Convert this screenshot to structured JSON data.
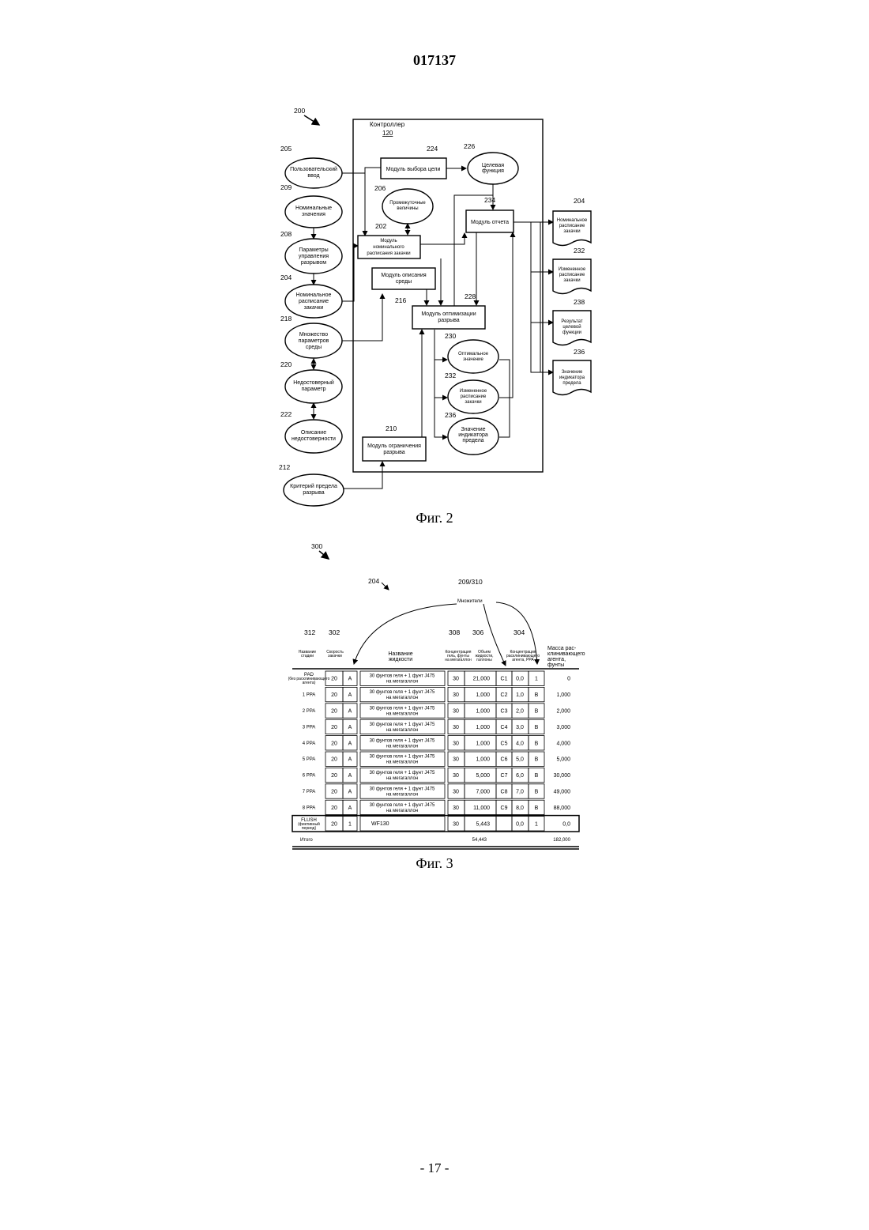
{
  "header": {
    "doc_number": "017137"
  },
  "fig2": {
    "caption": "Фиг. 2",
    "ref_main": "200",
    "controller": {
      "title": "Контроллер",
      "ref": "120"
    },
    "left_nodes": [
      {
        "ref": "205",
        "lines": [
          "Пользовательский",
          "ввод"
        ]
      },
      {
        "ref": "209",
        "lines": [
          "Номинальные",
          "значения"
        ]
      },
      {
        "ref": "208",
        "lines": [
          "Параметры",
          "управления",
          "разрывом"
        ]
      },
      {
        "ref": "204",
        "lines": [
          "Номинальное",
          "расписание",
          "закачки"
        ]
      },
      {
        "ref": "218",
        "lines": [
          "Множество",
          "параметров",
          "среды"
        ]
      },
      {
        "ref": "220",
        "lines": [
          "Недостоверный",
          "параметр"
        ]
      },
      {
        "ref": "222",
        "lines": [
          "Описание",
          "недостоверности"
        ]
      },
      {
        "ref": "212",
        "lines": [
          "Критерий предела",
          "разрыва"
        ]
      }
    ],
    "modules": [
      {
        "ref": "224",
        "lines": [
          "Модуль выбора цели"
        ]
      },
      {
        "ref": "202",
        "lines": [
          "Модуль",
          "номинального",
          "расписания закачки"
        ]
      },
      {
        "ref": "216",
        "lines": [
          "Модуль описания",
          "среды"
        ]
      },
      {
        "ref": "234",
        "lines": [
          "Модуль отчета"
        ]
      },
      {
        "ref": "228",
        "lines": [
          "Модуль оптимизации",
          "разрыва"
        ]
      },
      {
        "ref": "210",
        "lines": [
          "Модуль ограничения",
          "разрыва"
        ]
      }
    ],
    "inner_ovals": [
      {
        "ref": "226",
        "lines": [
          "Целевая",
          "функция"
        ]
      },
      {
        "ref": "206",
        "lines": [
          "Промежуточные",
          "величины"
        ]
      },
      {
        "ref": "230",
        "lines": [
          "Оптимальное",
          "значение"
        ]
      },
      {
        "ref": "232",
        "lines": [
          "Измененное",
          "расписание",
          "закачки"
        ]
      },
      {
        "ref": "236",
        "lines": [
          "Значение",
          "индикатора",
          "предела"
        ]
      }
    ],
    "outputs": [
      {
        "ref": "204",
        "lines": [
          "Номинальное",
          "расписание",
          "закачки"
        ]
      },
      {
        "ref": "232",
        "lines": [
          "Измененное",
          "расписание",
          "закачки"
        ]
      },
      {
        "ref": "238",
        "lines": [
          "Результат",
          "целевой",
          "функции"
        ]
      },
      {
        "ref": "236",
        "lines": [
          "Значение",
          "индикатора",
          "предела"
        ]
      }
    ]
  },
  "fig3": {
    "caption": "Фиг. 3",
    "ref_main": "300",
    "ref_table": "204",
    "ref_mult": "209/310",
    "mult_label": "Множители",
    "col_refs": {
      "stage": "312",
      "rate": "302",
      "conc": "308",
      "vol": "306",
      "prop": "304"
    },
    "columns": {
      "stage": [
        "Название",
        "стадии"
      ],
      "rate": [
        "Скорость",
        "закачки"
      ],
      "fluid": [
        "Название",
        "жидкости"
      ],
      "conc": [
        "Концентрация",
        "гель, фунты",
        "на мегагаллон"
      ],
      "vol": [
        "Объем",
        "жидкости,",
        "галлоны"
      ],
      "prop": [
        "Концентрация",
        "расклинивающего",
        "агента, PPA"
      ],
      "mass": [
        "Масса рас-",
        "клинивающего",
        "агента,",
        "фунты"
      ]
    },
    "rows": [
      {
        "stage": [
          "PAD",
          "(без расклинивающего",
          "агента)"
        ],
        "rate": "20",
        "code": "A",
        "fluid": [
          "30 фунтов геля + 1 фунт J475",
          "на мегагаллон"
        ],
        "conc": "30",
        "vol": "21,000",
        "c": "C1",
        "ppa": "0,0",
        "b": "1",
        "mass": "0"
      },
      {
        "stage": [
          "1 PPA"
        ],
        "rate": "20",
        "code": "A",
        "fluid": [
          "30 фунтов геля + 1 фунт J475",
          "на мегагаллон"
        ],
        "conc": "30",
        "vol": "1,000",
        "c": "C2",
        "ppa": "1,0",
        "b": "B",
        "mass": "1,000"
      },
      {
        "stage": [
          "2 PPA"
        ],
        "rate": "20",
        "code": "A",
        "fluid": [
          "30 фунтов геля + 1 фунт J475",
          "на мегагаллон"
        ],
        "conc": "30",
        "vol": "1,000",
        "c": "C3",
        "ppa": "2,0",
        "b": "B",
        "mass": "2,000"
      },
      {
        "stage": [
          "3 PPA"
        ],
        "rate": "20",
        "code": "A",
        "fluid": [
          "30 фунтов геля + 1 фунт J475",
          "на мегагаллон"
        ],
        "conc": "30",
        "vol": "1,000",
        "c": "C4",
        "ppa": "3,0",
        "b": "B",
        "mass": "3,000"
      },
      {
        "stage": [
          "4 PPA"
        ],
        "rate": "20",
        "code": "A",
        "fluid": [
          "30 фунтов геля + 1 фунт J475",
          "на мегагаллон"
        ],
        "conc": "30",
        "vol": "1,000",
        "c": "C5",
        "ppa": "4,0",
        "b": "B",
        "mass": "4,000"
      },
      {
        "stage": [
          "5 PPA"
        ],
        "rate": "20",
        "code": "A",
        "fluid": [
          "30 фунтов геля + 1 фунт J475",
          "на мегагаллон"
        ],
        "conc": "30",
        "vol": "1,000",
        "c": "C6",
        "ppa": "5,0",
        "b": "B",
        "mass": "5,000"
      },
      {
        "stage": [
          "6 PPA"
        ],
        "rate": "20",
        "code": "A",
        "fluid": [
          "30 фунтов геля + 1 фунт J475",
          "на мегагаллон"
        ],
        "conc": "30",
        "vol": "5,000",
        "c": "C7",
        "ppa": "6,0",
        "b": "B",
        "mass": "30,000"
      },
      {
        "stage": [
          "7 PPA"
        ],
        "rate": "20",
        "code": "A",
        "fluid": [
          "30 фунтов геля + 1 фунт J475",
          "на мегагаллон"
        ],
        "conc": "30",
        "vol": "7,000",
        "c": "C8",
        "ppa": "7,0",
        "b": "B",
        "mass": "49,000"
      },
      {
        "stage": [
          "8 PPA"
        ],
        "rate": "20",
        "code": "A",
        "fluid": [
          "30 фунтов геля + 1 фунт J475",
          "на мегагаллон"
        ],
        "conc": "30",
        "vol": "11,000",
        "c": "C9",
        "ppa": "8,0",
        "b": "B",
        "mass": "88,000"
      },
      {
        "stage": [
          "FLUSH",
          "(фиктивный",
          "период)"
        ],
        "rate": "20",
        "code": "1",
        "fluid": [
          "WF130"
        ],
        "conc": "30",
        "vol": "5,443",
        "c": "",
        "ppa": "0,0",
        "b": "1",
        "mass": "0,0"
      }
    ],
    "totals": {
      "label": "Итого",
      "vol": "54,443",
      "mass": "182,000"
    }
  },
  "footer": {
    "page_number": "- 17 -"
  }
}
